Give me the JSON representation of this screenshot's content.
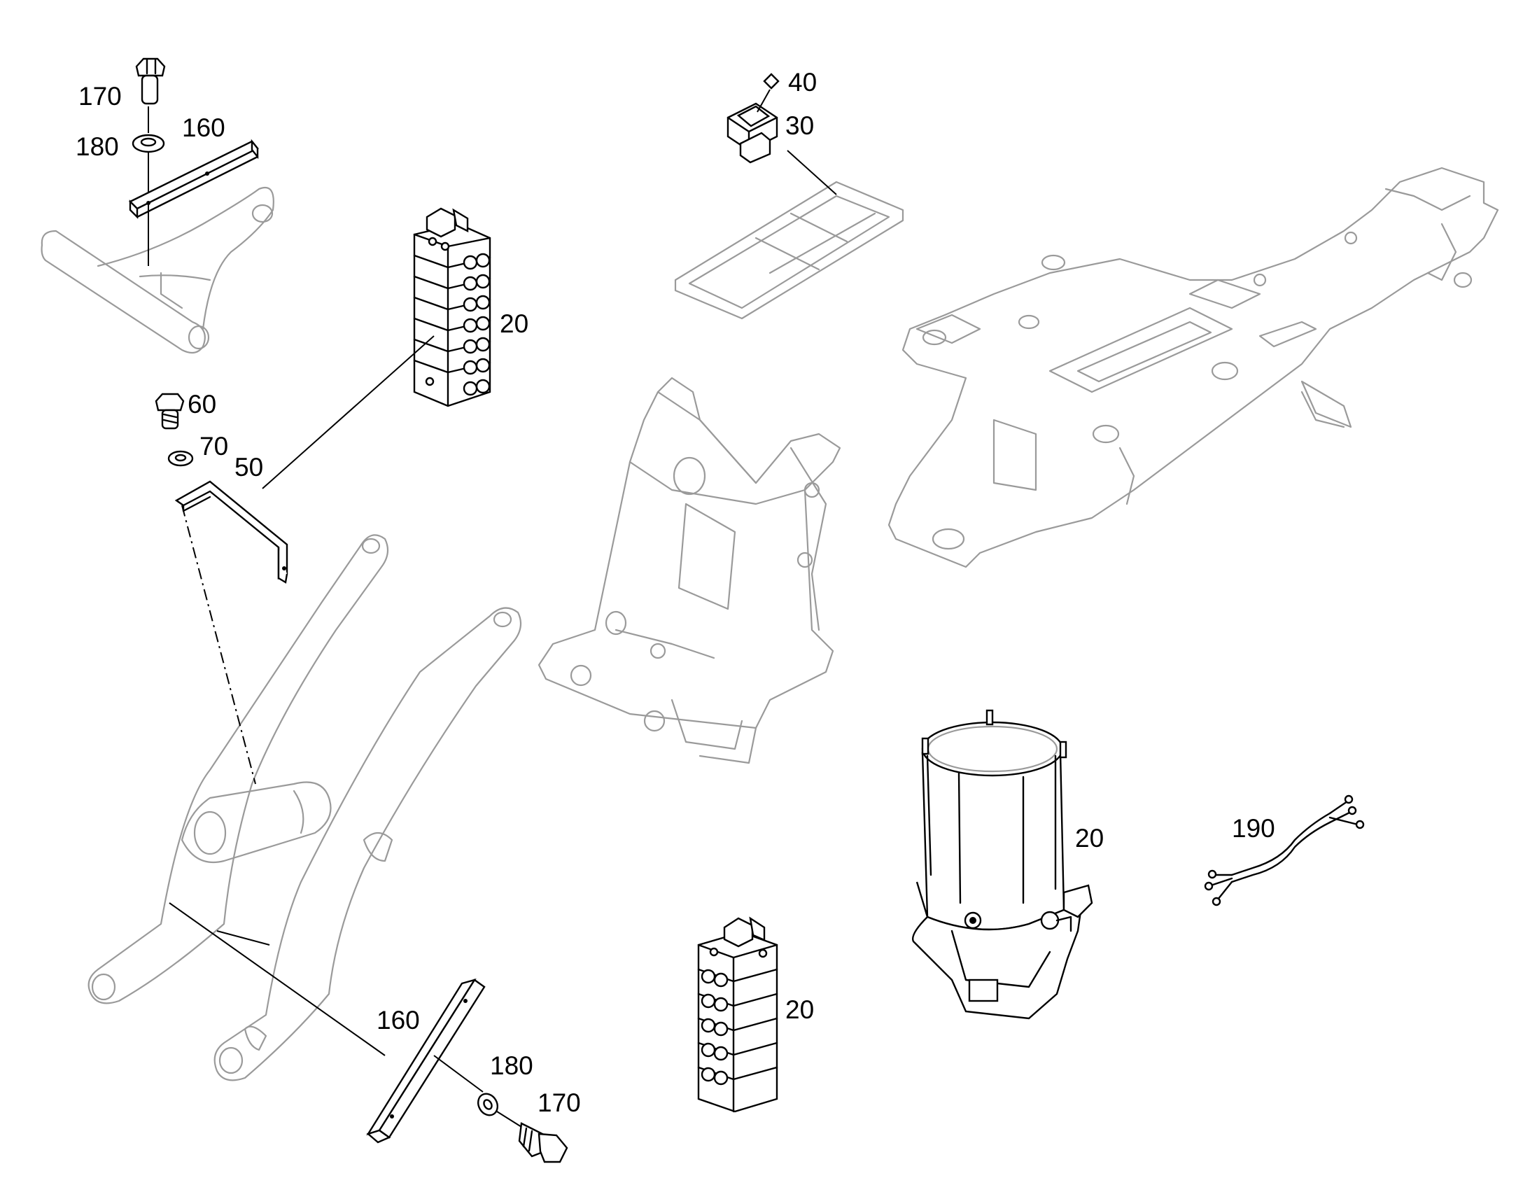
{
  "callouts": {
    "c170_top": "170",
    "c180_top": "180",
    "c160_top": "160",
    "c20_distributor_top": "20",
    "c60": "60",
    "c70": "70",
    "c50": "50",
    "c40": "40",
    "c30": "30",
    "c20_pump": "20",
    "c190": "190",
    "c20_distributor_bottom": "20",
    "c160_bottom": "160",
    "c180_bottom": "180",
    "c170_bottom": "170"
  }
}
